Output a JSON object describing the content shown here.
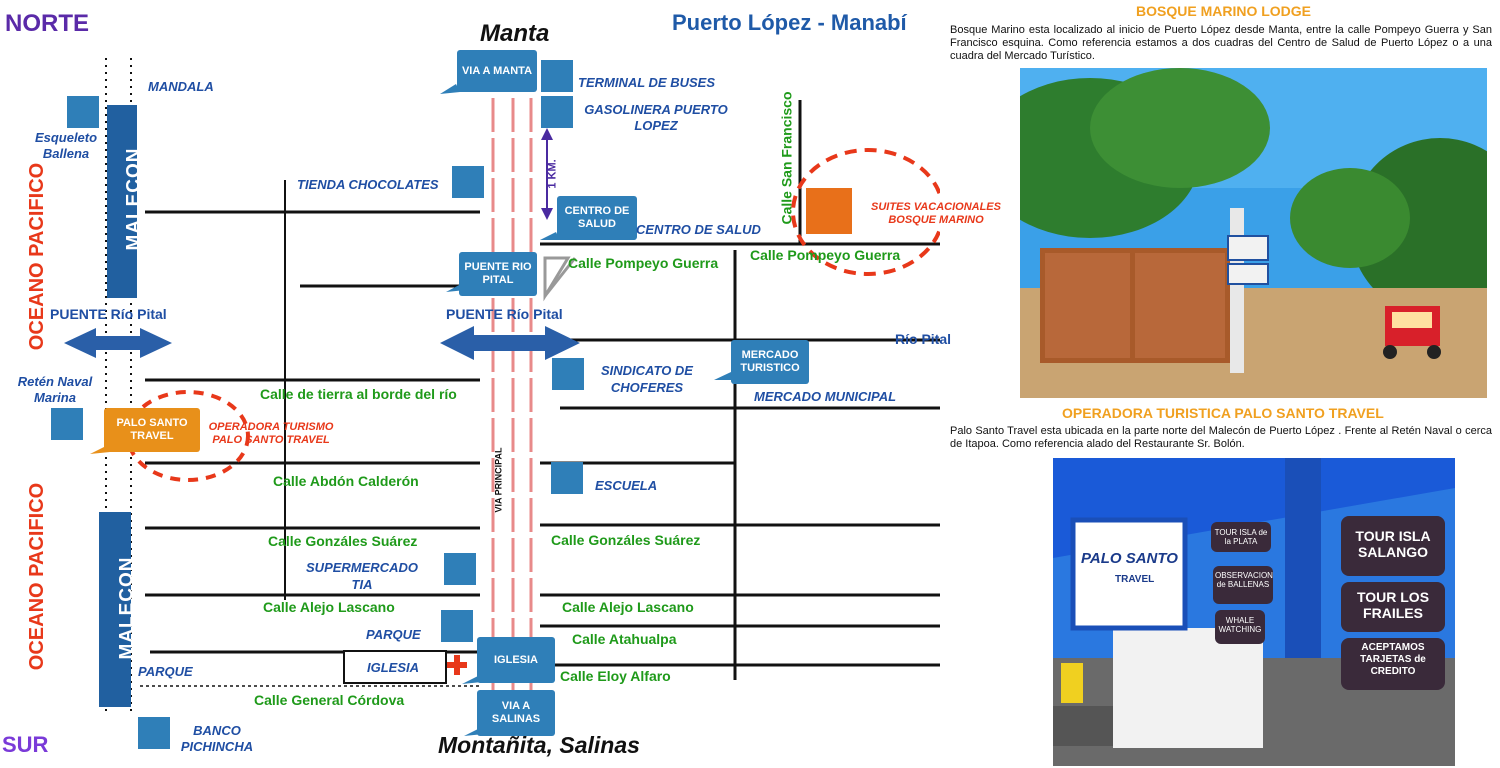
{
  "header": {
    "north": "NORTE",
    "south": "SUR",
    "city": "Puerto López - Manabí",
    "to_north": "Manta",
    "to_south": "Montañita, Salinas"
  },
  "ocean": {
    "label": "OCEANO PACIFICO"
  },
  "malecon": {
    "label": "MALECON"
  },
  "distance": "1 KM.",
  "via_principal": "VIA PRINCIPAL",
  "streets": {
    "san_francisco": "Calle San Francisco",
    "pompeyo_1": "Calle Pompeyo Guerra",
    "pompeyo_2": "Calle Pompeyo Guerra",
    "rio_pital": "Río Pital",
    "tierra": "Calle de tierra al borde del río",
    "abdon": "Calle Abdón Calderón",
    "gonzales_1": "Calle Gonzáles Suárez",
    "gonzales_2": "Calle Gonzáles Suárez",
    "alejo_1": "Calle Alejo Lascano",
    "alejo_2": "Calle Alejo Lascano",
    "atahualpa": "Calle Atahualpa",
    "eloy": "Calle Eloy Alfaro",
    "cordova": "Calle General Córdova"
  },
  "bridges": {
    "left": "PUENTE Río Pital",
    "center": "PUENTE Río Pital"
  },
  "places": {
    "mandala": "MANDALA",
    "esqueleto": "Esqueleto Ballena",
    "tienda": "TIENDA CHOCOLATES",
    "terminal": "TERMINAL DE BUSES",
    "gasolinera": "GASOLINERA PUERTO LOPEZ",
    "centro_salud": "CENTRO DE SALUD",
    "reten": "Retén Naval Marina",
    "sindicato": "SINDICATO DE CHOFERES",
    "mercado_municipal": "MERCADO MUNICIPAL",
    "escuela": "ESCUELA",
    "supermercado": "SUPERMERCADO TIA",
    "parque_center": "PARQUE",
    "parque_left": "PARQUE",
    "iglesia": "IGLESIA",
    "banco": "BANCO PICHINCHA",
    "suites": "SUITES VACACIONALES BOSQUE MARINO",
    "operadora": "OPERADORA TURISMO PALO SANTO TRAVEL"
  },
  "callouts": {
    "via_manta": "VIA A MANTA",
    "centro_salud": "CENTRO DE SALUD",
    "puente": "PUENTE RIO PITAL",
    "mercado": "MERCADO TURISTICO",
    "palo_santo": "PALO SANTO TRAVEL",
    "iglesia": "IGLESIA",
    "via_salinas": "VIA A SALINAS"
  },
  "right_panel": {
    "lodge_title": "BOSQUE MARINO LODGE",
    "lodge_text": "Bosque Marino esta localizado al inicio de Puerto López desde Manta, entre la calle Pompeyo Guerra y San Francisco esquina. Como referencia estamos a dos cuadras del Centro de Salud de Puerto López o a una cuadra del Mercado Turístico.",
    "operadora_title": "OPERADORA TURISTICA PALO SANTO TRAVEL",
    "operadora_text": "Palo Santo Travel esta ubicada en la parte norte del  Malecón de Puerto López . Frente al Retén Naval o cerca de Itapoa. Como referencia alado del Restaurante Sr. Bolón.",
    "sign_brand": "PALO SANTO",
    "sign_sub": "TRAVEL",
    "signs": [
      "TOUR ISLA de la PLATA",
      "OBSERVACION de BALLENAS",
      "WHALE WATCHING"
    ],
    "tours": [
      "TOUR ISLA SALANGO",
      "TOUR LOS FRAILES",
      "ACEPTAMOS TARJETAS de CREDITO"
    ]
  },
  "colors": {
    "blue_box": "#2f7fb8",
    "malecon": "#2160a0",
    "orange": "#e8701a",
    "red_road": "#e88a8a",
    "street_green": "#1f9a1a",
    "label_blue": "#1f4ea3",
    "accent_red": "#e8381a"
  }
}
